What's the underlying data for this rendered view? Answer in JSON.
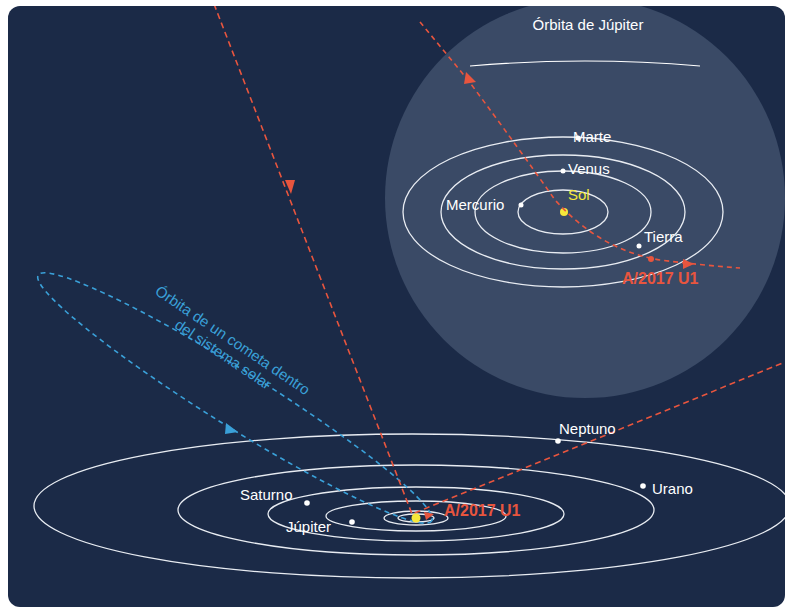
{
  "diagram": {
    "labels": [
      "Órbita de Júpiter",
      "Marte",
      "Venus",
      "Mercurio",
      "Sol",
      "Tierra",
      "A/2017 U1",
      "Órbita de un cometa dentro del sistema solar",
      "Neptuno",
      "Saturno",
      "Urano",
      "Júpiter",
      "A/2017 U1"
    ]
  }
}
